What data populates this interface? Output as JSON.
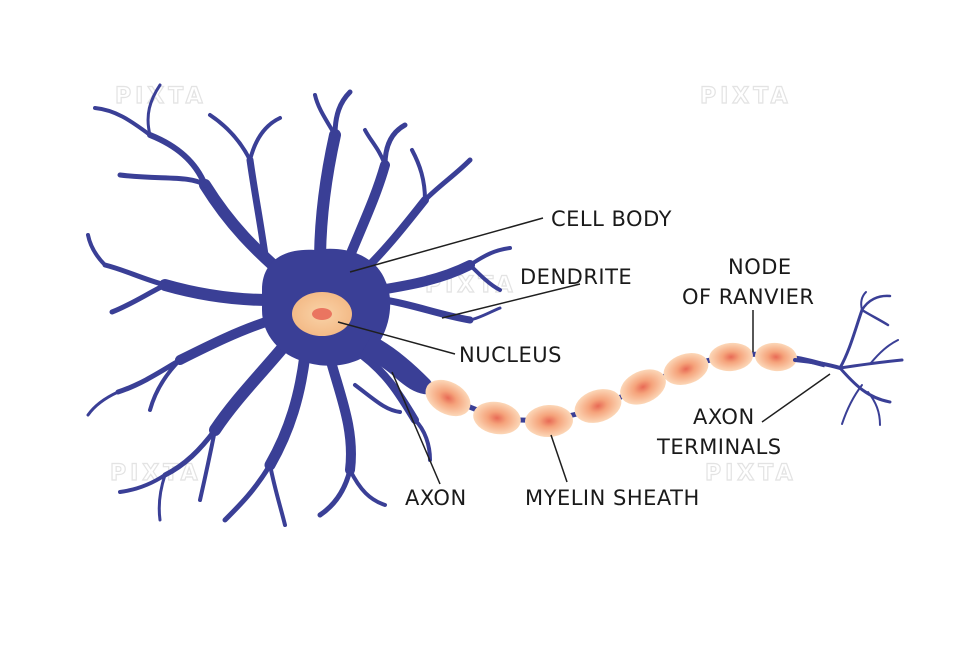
{
  "colors": {
    "neuron": "#3a3f96",
    "nucleus_outer": "#f7c89b",
    "nucleus_inner": "#ea7560",
    "myelin_light": "#fde0c2",
    "myelin_mid": "#f5a37b",
    "myelin_core": "#e86a55",
    "leader": "#1f1f1f",
    "watermark": "#e3e3e3"
  },
  "labels": {
    "cell_body": "CELL BODY",
    "dendrite": "DENDRITE",
    "node_line1": "NODE",
    "node_line2": "OF RANVIER",
    "nucleus": "NUCLEUS",
    "axon_terminals_line1": "AXON",
    "axon_terminals_line2": "TERMINALS",
    "axon": "AXON",
    "myelin_sheath": "MYELIN SHEATH"
  },
  "watermark": {
    "text": "PIXTA"
  }
}
